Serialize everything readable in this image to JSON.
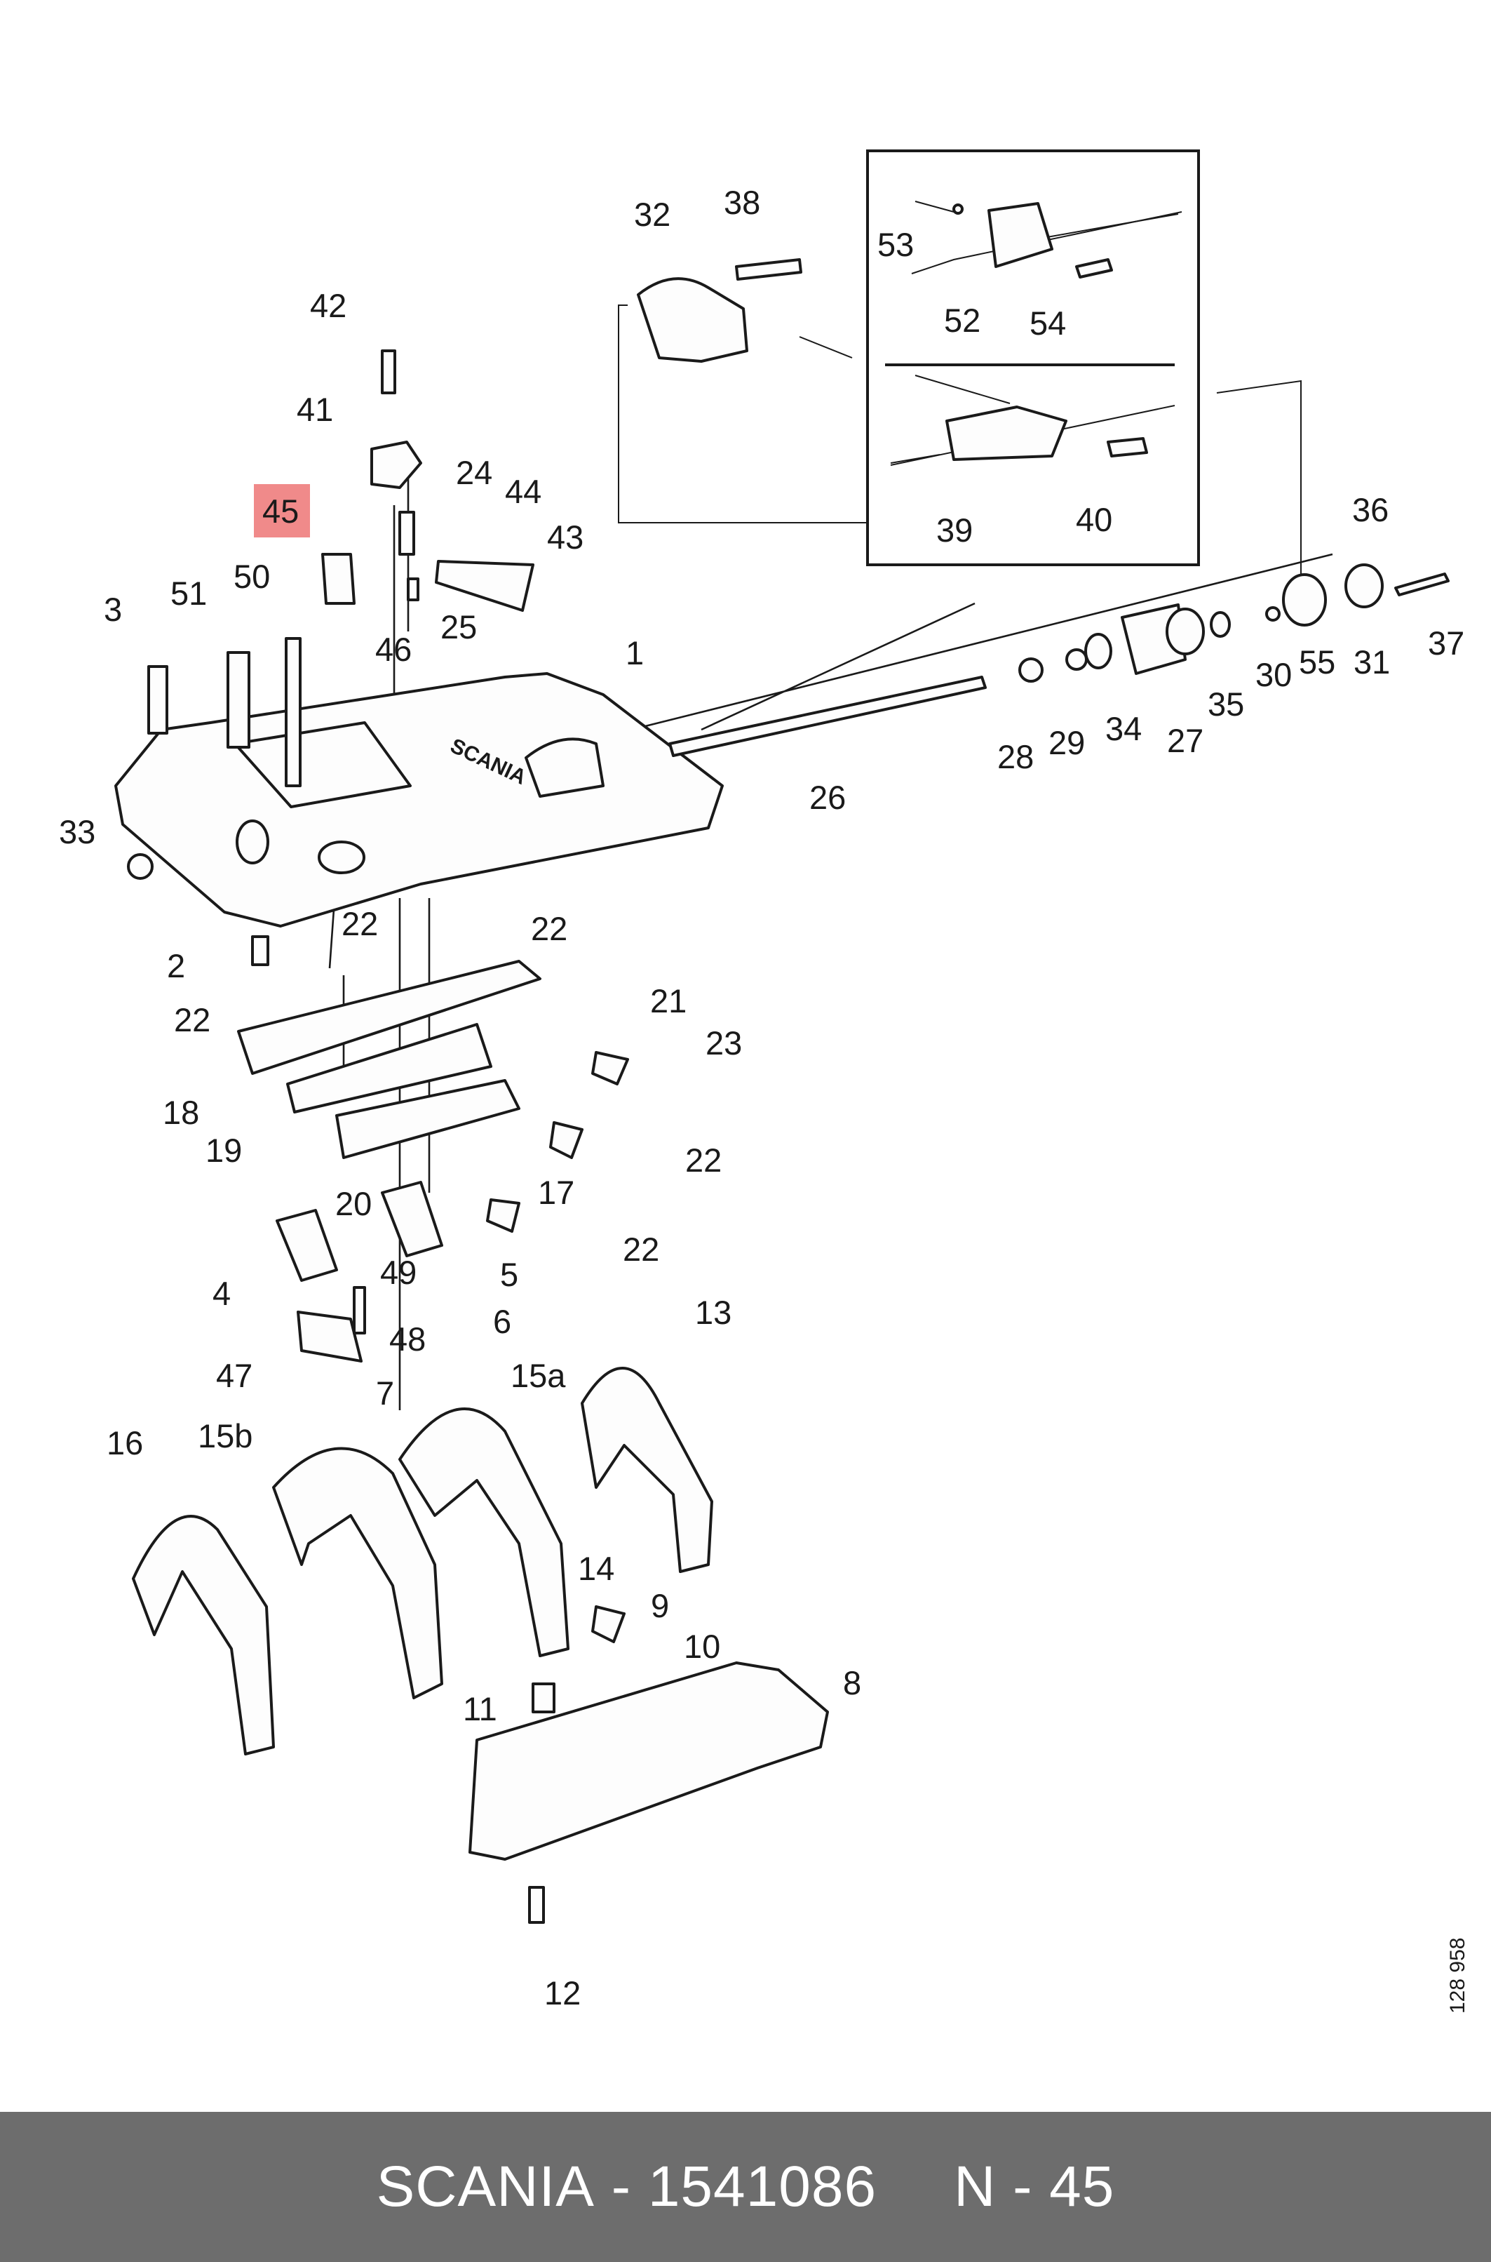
{
  "labels": {
    "l1": "1",
    "l2": "2",
    "l3": "3",
    "l4": "4",
    "l5": "5",
    "l6": "6",
    "l7": "7",
    "l8": "8",
    "l9": "9",
    "l10": "10",
    "l11": "11",
    "l12": "12",
    "l13": "13",
    "l14": "14",
    "l15a": "15a",
    "l15b": "15b",
    "l16": "16",
    "l17": "17",
    "l18": "18",
    "l19": "19",
    "l20": "20",
    "l21": "21",
    "l22a": "22",
    "l22b": "22",
    "l22c": "22",
    "l22d": "22",
    "l22e": "22",
    "l23": "23",
    "l24": "24",
    "l25": "25",
    "l26": "26",
    "l27": "27",
    "l28": "28",
    "l29": "29",
    "l30": "30",
    "l31": "31",
    "l32": "32",
    "l33": "33",
    "l34": "34",
    "l35": "35",
    "l36": "36",
    "l37": "37",
    "l38": "38",
    "l39": "39",
    "l40": "40",
    "l41": "41",
    "l42": "42",
    "l43": "43",
    "l44": "44",
    "l45": "45",
    "l46": "46",
    "l47": "47",
    "l48": "48",
    "l49": "49",
    "l50": "50",
    "l51": "51",
    "l52": "52",
    "l53": "53",
    "l54": "54",
    "l55": "55"
  },
  "highlight": {
    "label": "45",
    "color": "#f08a8a"
  },
  "side_reference": "128 958",
  "housing_text": "SCANIA",
  "footer": {
    "brand": "SCANIA",
    "separator": "-",
    "part_number": "1541086",
    "position": "N - 45"
  },
  "colors": {
    "footer_bg": "#6d6d6d",
    "footer_text": "#ffffff",
    "ink": "#1a1a1a"
  }
}
